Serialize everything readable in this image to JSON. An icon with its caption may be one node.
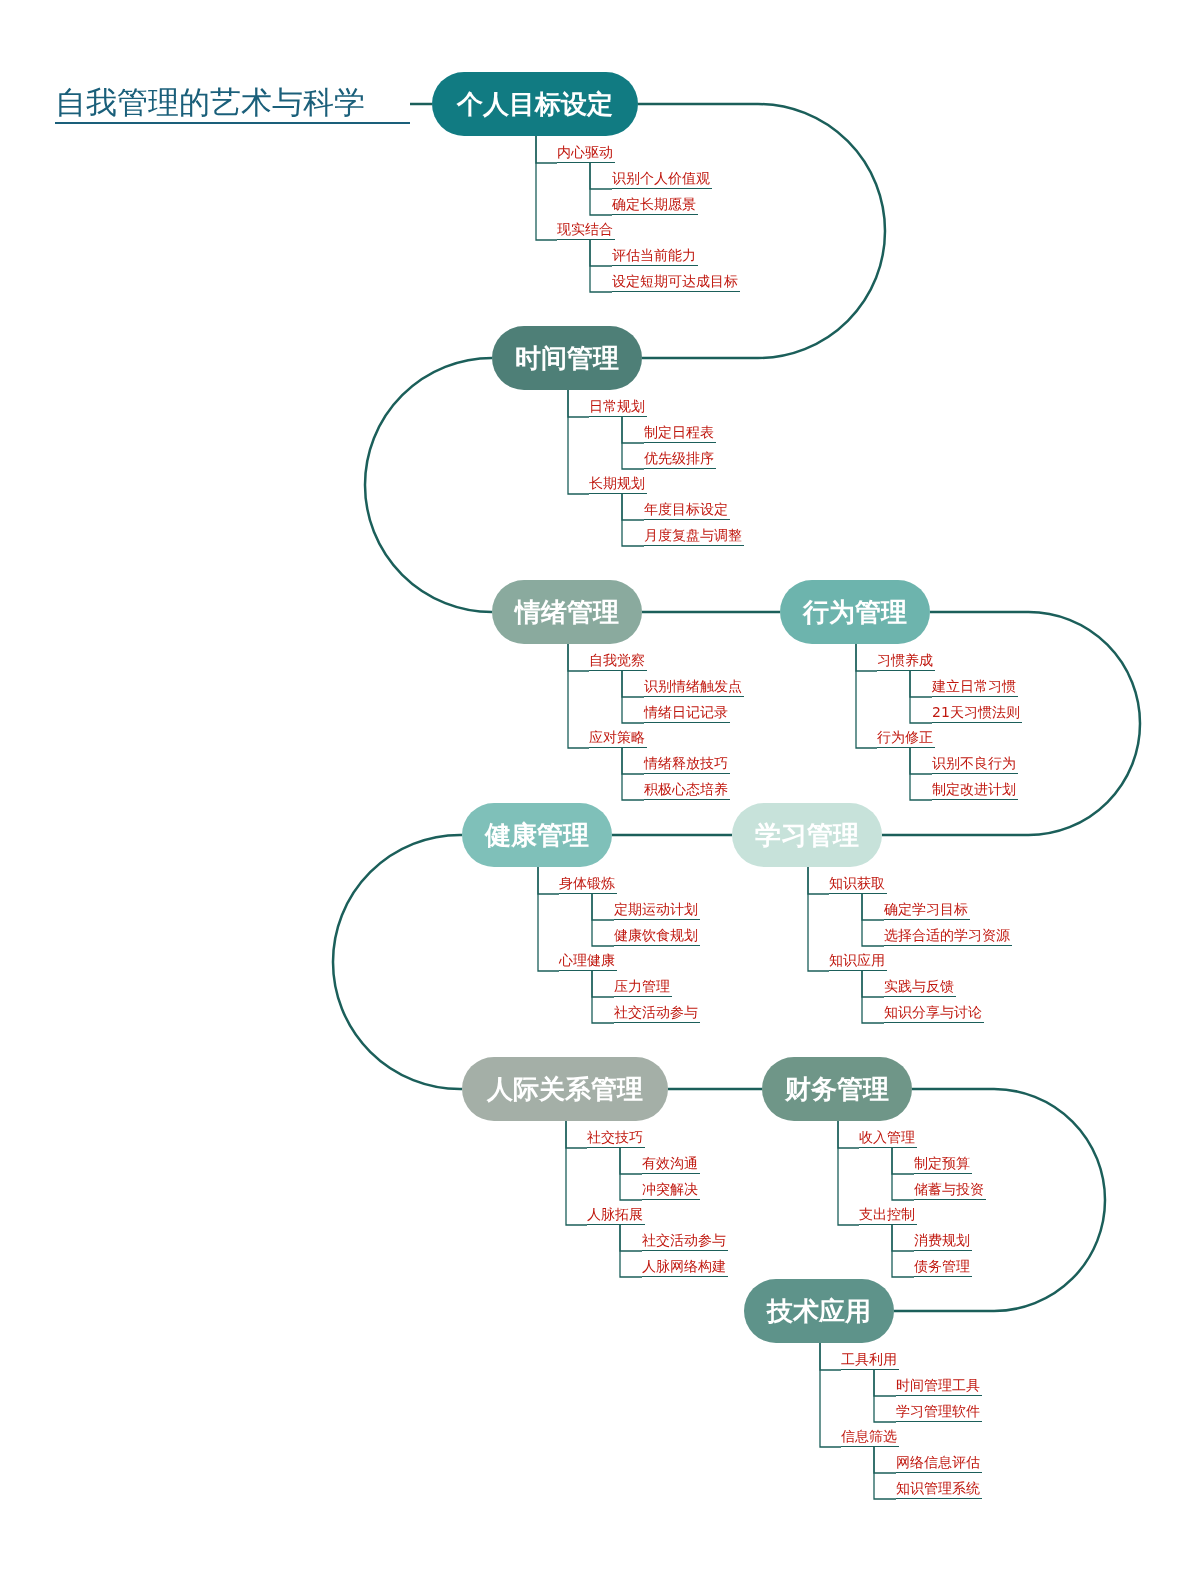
{
  "diagram": {
    "nodes": [
      {
        "text": [
          "自我管理的艺术与科学"
        ]
      },
      {
        "text": [
          "个人目标设定"
        ]
      },
      {
        "text": [
          "内心驱动"
        ]
      },
      {
        "text": [
          "识别个人价值观"
        ]
      },
      {
        "text": [
          "确定长期愿景"
        ]
      },
      {
        "text": [
          "现实结合"
        ]
      },
      {
        "text": [
          "评估当前能力"
        ]
      },
      {
        "text": [
          "设定短期可达成目标"
        ]
      },
      {
        "text": [
          "时间管理"
        ]
      },
      {
        "text": [
          "日常规划"
        ]
      },
      {
        "text": [
          "制定日程表"
        ]
      },
      {
        "text": [
          "优先级排序"
        ]
      },
      {
        "text": [
          "长期规划"
        ]
      },
      {
        "text": [
          "年度目标设定"
        ]
      },
      {
        "text": [
          "月度复盘与调整"
        ]
      },
      {
        "text": [
          "情绪管理"
        ]
      },
      {
        "text": [
          "自我觉察"
        ]
      },
      {
        "text": [
          "识别情绪触发点"
        ]
      },
      {
        "text": [
          "情绪日记记录"
        ]
      },
      {
        "text": [
          "应对策略"
        ]
      },
      {
        "text": [
          "情绪释放技巧"
        ]
      },
      {
        "text": [
          "积极心态培养"
        ]
      },
      {
        "text": [
          "行为管理"
        ]
      },
      {
        "text": [
          "习惯养成"
        ]
      },
      {
        "text": [
          "建立日常习惯"
        ]
      },
      {
        "text": [
          "21天习惯法则"
        ]
      },
      {
        "text": [
          "行为修正"
        ]
      },
      {
        "text": [
          "识别不良行为"
        ]
      },
      {
        "text": [
          "制定改进计划"
        ]
      },
      {
        "text": [
          "健康管理"
        ]
      },
      {
        "text": [
          "身体锻炼"
        ]
      },
      {
        "text": [
          "定期运动计划"
        ]
      },
      {
        "text": [
          "健康饮食规划"
        ]
      },
      {
        "text": [
          "心理健康"
        ]
      },
      {
        "text": [
          "压力管理"
        ]
      },
      {
        "text": [
          "社交活动参与"
        ]
      },
      {
        "text": [
          "学习管理"
        ]
      },
      {
        "text": [
          "知识获取"
        ]
      },
      {
        "text": [
          "确定学习目标"
        ]
      },
      {
        "text": [
          "选择合适的学习资源"
        ]
      },
      {
        "text": [
          "知识应用"
        ]
      },
      {
        "text": [
          "实践与反馈"
        ]
      },
      {
        "text": [
          "知识分享与讨论"
        ]
      },
      {
        "text": [
          "人际关系管理"
        ]
      },
      {
        "text": [
          "社交技巧"
        ]
      },
      {
        "text": [
          "有效沟通"
        ]
      },
      {
        "text": [
          "冲突解决"
        ]
      },
      {
        "text": [
          "人脉拓展"
        ]
      },
      {
        "text": [
          "社交活动参与"
        ]
      },
      {
        "text": [
          "人脉网络构建"
        ]
      },
      {
        "text": [
          "财务管理"
        ]
      },
      {
        "text": [
          "收入管理"
        ]
      },
      {
        "text": [
          "制定预算"
        ]
      },
      {
        "text": [
          "储蓄与投资"
        ]
      },
      {
        "text": [
          "支出控制"
        ]
      },
      {
        "text": [
          "消费规划"
        ]
      },
      {
        "text": [
          "债务管理"
        ]
      },
      {
        "text": [
          "技术应用"
        ]
      },
      {
        "text": [
          "工具利用"
        ]
      },
      {
        "text": [
          "时间管理工具"
        ]
      },
      {
        "text": [
          "学习管理软件"
        ]
      },
      {
        "text": [
          "信息筛选"
        ]
      },
      {
        "text": [
          "网络信息评估"
        ]
      },
      {
        "text": [
          "知识管理系统"
        ]
      }
    ],
    "edges": [
      {
        "from": 0,
        "to": 1,
        "arrow": "none"
      },
      {
        "from": 1,
        "to": 8,
        "arrow": "none"
      },
      {
        "from": 8,
        "to": 15,
        "arrow": "none"
      },
      {
        "from": 15,
        "to": 22,
        "arrow": "none"
      },
      {
        "from": 22,
        "to": 36,
        "arrow": "none"
      },
      {
        "from": 36,
        "to": 29,
        "arrow": "none"
      },
      {
        "from": 29,
        "to": 43,
        "arrow": "none"
      },
      {
        "from": 43,
        "to": 50,
        "arrow": "none"
      },
      {
        "from": 50,
        "to": 57,
        "arrow": "none"
      },
      {
        "from": 1,
        "to": 2,
        "arrow": "none"
      },
      {
        "from": 2,
        "to": 3,
        "arrow": "none"
      },
      {
        "from": 2,
        "to": 4,
        "arrow": "none"
      },
      {
        "from": 1,
        "to": 5,
        "arrow": "none"
      },
      {
        "from": 5,
        "to": 6,
        "arrow": "none"
      },
      {
        "from": 5,
        "to": 7,
        "arrow": "none"
      },
      {
        "from": 8,
        "to": 9,
        "arrow": "none"
      },
      {
        "from": 9,
        "to": 10,
        "arrow": "none"
      },
      {
        "from": 9,
        "to": 11,
        "arrow": "none"
      },
      {
        "from": 8,
        "to": 12,
        "arrow": "none"
      },
      {
        "from": 12,
        "to": 13,
        "arrow": "none"
      },
      {
        "from": 12,
        "to": 14,
        "arrow": "none"
      },
      {
        "from": 15,
        "to": 16,
        "arrow": "none"
      },
      {
        "from": 16,
        "to": 17,
        "arrow": "none"
      },
      {
        "from": 16,
        "to": 18,
        "arrow": "none"
      },
      {
        "from": 15,
        "to": 19,
        "arrow": "none"
      },
      {
        "from": 19,
        "to": 20,
        "arrow": "none"
      },
      {
        "from": 19,
        "to": 21,
        "arrow": "none"
      },
      {
        "from": 22,
        "to": 23,
        "arrow": "none"
      },
      {
        "from": 23,
        "to": 24,
        "arrow": "none"
      },
      {
        "from": 23,
        "to": 25,
        "arrow": "none"
      },
      {
        "from": 22,
        "to": 26,
        "arrow": "none"
      },
      {
        "from": 26,
        "to": 27,
        "arrow": "none"
      },
      {
        "from": 26,
        "to": 28,
        "arrow": "none"
      },
      {
        "from": 29,
        "to": 30,
        "arrow": "none"
      },
      {
        "from": 30,
        "to": 31,
        "arrow": "none"
      },
      {
        "from": 30,
        "to": 32,
        "arrow": "none"
      },
      {
        "from": 29,
        "to": 33,
        "arrow": "none"
      },
      {
        "from": 33,
        "to": 34,
        "arrow": "none"
      },
      {
        "from": 33,
        "to": 35,
        "arrow": "none"
      },
      {
        "from": 36,
        "to": 37,
        "arrow": "none"
      },
      {
        "from": 37,
        "to": 38,
        "arrow": "none"
      },
      {
        "from": 37,
        "to": 39,
        "arrow": "none"
      },
      {
        "from": 36,
        "to": 40,
        "arrow": "none"
      },
      {
        "from": 40,
        "to": 41,
        "arrow": "none"
      },
      {
        "from": 40,
        "to": 42,
        "arrow": "none"
      },
      {
        "from": 43,
        "to": 44,
        "arrow": "none"
      },
      {
        "from": 44,
        "to": 45,
        "arrow": "none"
      },
      {
        "from": 44,
        "to": 46,
        "arrow": "none"
      },
      {
        "from": 43,
        "to": 47,
        "arrow": "none"
      },
      {
        "from": 47,
        "to": 48,
        "arrow": "none"
      },
      {
        "from": 47,
        "to": 49,
        "arrow": "none"
      },
      {
        "from": 50,
        "to": 51,
        "arrow": "none"
      },
      {
        "from": 51,
        "to": 52,
        "arrow": "none"
      },
      {
        "from": 51,
        "to": 53,
        "arrow": "none"
      },
      {
        "from": 50,
        "to": 54,
        "arrow": "none"
      },
      {
        "from": 54,
        "to": 55,
        "arrow": "none"
      },
      {
        "from": 54,
        "to": 56,
        "arrow": "none"
      },
      {
        "from": 57,
        "to": 58,
        "arrow": "none"
      },
      {
        "from": 58,
        "to": 59,
        "arrow": "none"
      },
      {
        "from": 58,
        "to": 60,
        "arrow": "none"
      },
      {
        "from": 57,
        "to": 61,
        "arrow": "none"
      },
      {
        "from": 61,
        "to": 62,
        "arrow": "none"
      },
      {
        "from": 61,
        "to": 63,
        "arrow": "none"
      }
    ]
  }
}
